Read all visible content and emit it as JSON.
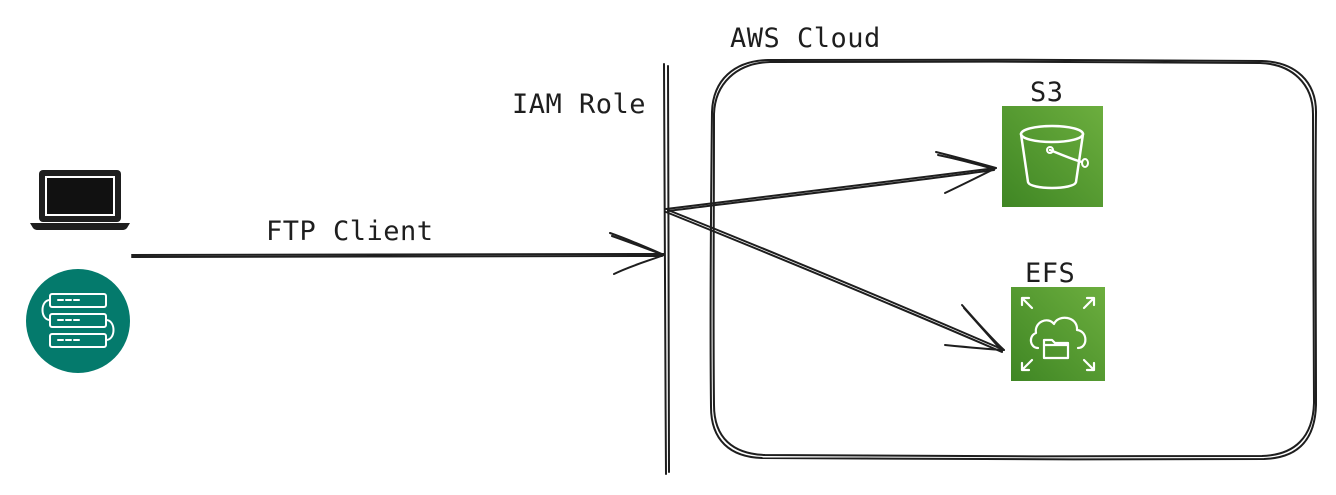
{
  "labels": {
    "aws_cloud": "AWS Cloud",
    "iam_role": "IAM Role",
    "ftp_client": "FTP Client",
    "s3": "S3",
    "efs": "EFS"
  },
  "icons": {
    "laptop": "laptop-icon",
    "sftp_server": "sftp-server-icon",
    "s3": "s3-bucket-icon",
    "efs": "efs-icon"
  },
  "colors": {
    "stroke": "#1e1e1e",
    "aws_green_light": "#6cae3e",
    "aws_green_dark": "#3f8624",
    "transfer_teal": "#047a6c",
    "background": "#ffffff"
  }
}
